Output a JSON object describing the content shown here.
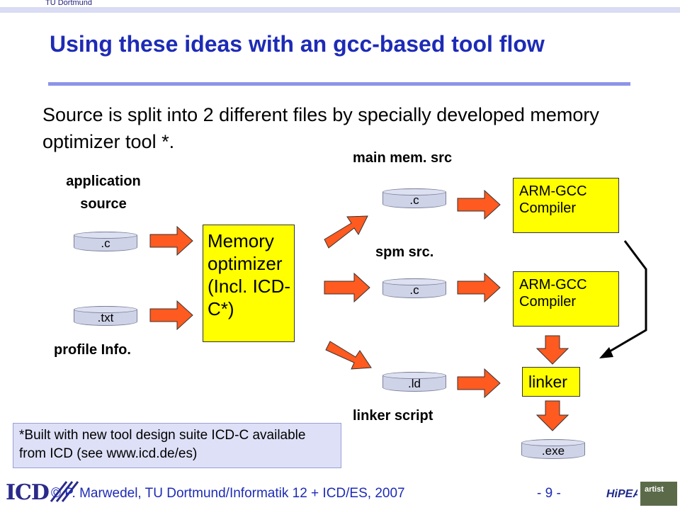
{
  "header": {
    "org": "TU Dortmund",
    "title": "Using these ideas with an gcc-based tool flow"
  },
  "intro": "Source is split into 2 different files by specially developed memory optimizer tool *.",
  "diagram": {
    "app_source_label": "application source",
    "profile_label": "profile Info.",
    "input_c": ".c",
    "input_txt": ".txt",
    "optimizer": "Memory optimizer (Incl. ICD-C*)",
    "main_mem_label": "main mem. src",
    "spm_label": "spm src.",
    "linker_script_label": "linker script",
    "out_main": ".c",
    "out_spm": ".c",
    "out_ld": ".ld",
    "compiler1": "ARM-GCC Compiler",
    "compiler2": "ARM-GCC Compiler",
    "linker": "linker",
    "exe": ".exe"
  },
  "note": "*Built with new tool design suite ICD-C available from ICD (see www.icd.de/es)",
  "footer": {
    "copyright_symbol": "©",
    "author": "P. Marwedel, TU Dortmund/Informatik 12 + ICD/ES, 2007",
    "page": "- 9 -",
    "logo_icd": "ICD",
    "logo_hpeac": "HiPEAC",
    "logo_artist": "artist"
  },
  "colors": {
    "title": "#1d2bb6",
    "box_fill": "#ffff00",
    "arrow_fill": "#ff5a1f",
    "cylinder": "#cfd3e8"
  }
}
